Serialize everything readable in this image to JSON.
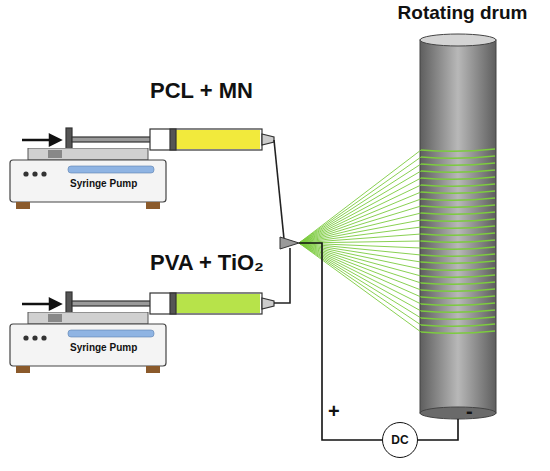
{
  "diagram": {
    "nodes": [
      {
        "text": [
          "Rotating drum"
        ]
      },
      {
        "text": [
          "Syringe Pump"
        ]
      },
      {
        "text": [
          "Syringe Pump"
        ]
      },
      {
        "text": [
          "DC"
        ]
      }
    ],
    "edges": [
      {
        "from": 3,
        "to": 0,
        "arrow": "none"
      }
    ],
    "labels": [
      "PCL + MN",
      "PVA + TiO₂",
      "+",
      "-"
    ]
  }
}
